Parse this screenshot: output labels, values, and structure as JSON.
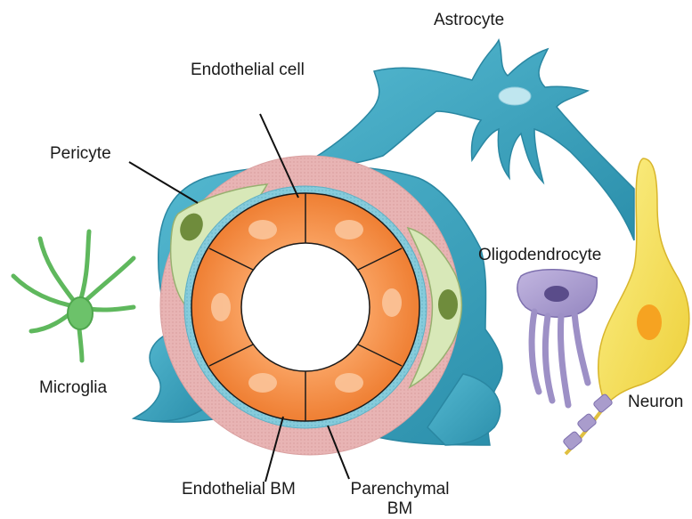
{
  "labels": {
    "astrocyte": "Astrocyte",
    "endothelial_cell": "Endothelial cell",
    "pericyte": "Pericyte",
    "oligodendrocyte": "Oligodendrocyte",
    "microglia": "Microglia",
    "neuron": "Neuron",
    "endothelial_bm": "Endothelial BM",
    "parenchymal_bm_line1": "Parenchymal",
    "parenchymal_bm_line2": "BM"
  },
  "colors": {
    "astrocyte": "#3ea6c0",
    "endothelial": "#f5924a",
    "pericyte": "#d6e6b4",
    "basement_membrane_outer": "#e6b2b2",
    "basement_membrane_inner": "#7fc6d6",
    "microglia": "#6cc26a",
    "oligodendrocyte": "#a99ccc",
    "neuron": "#f6e35a"
  }
}
